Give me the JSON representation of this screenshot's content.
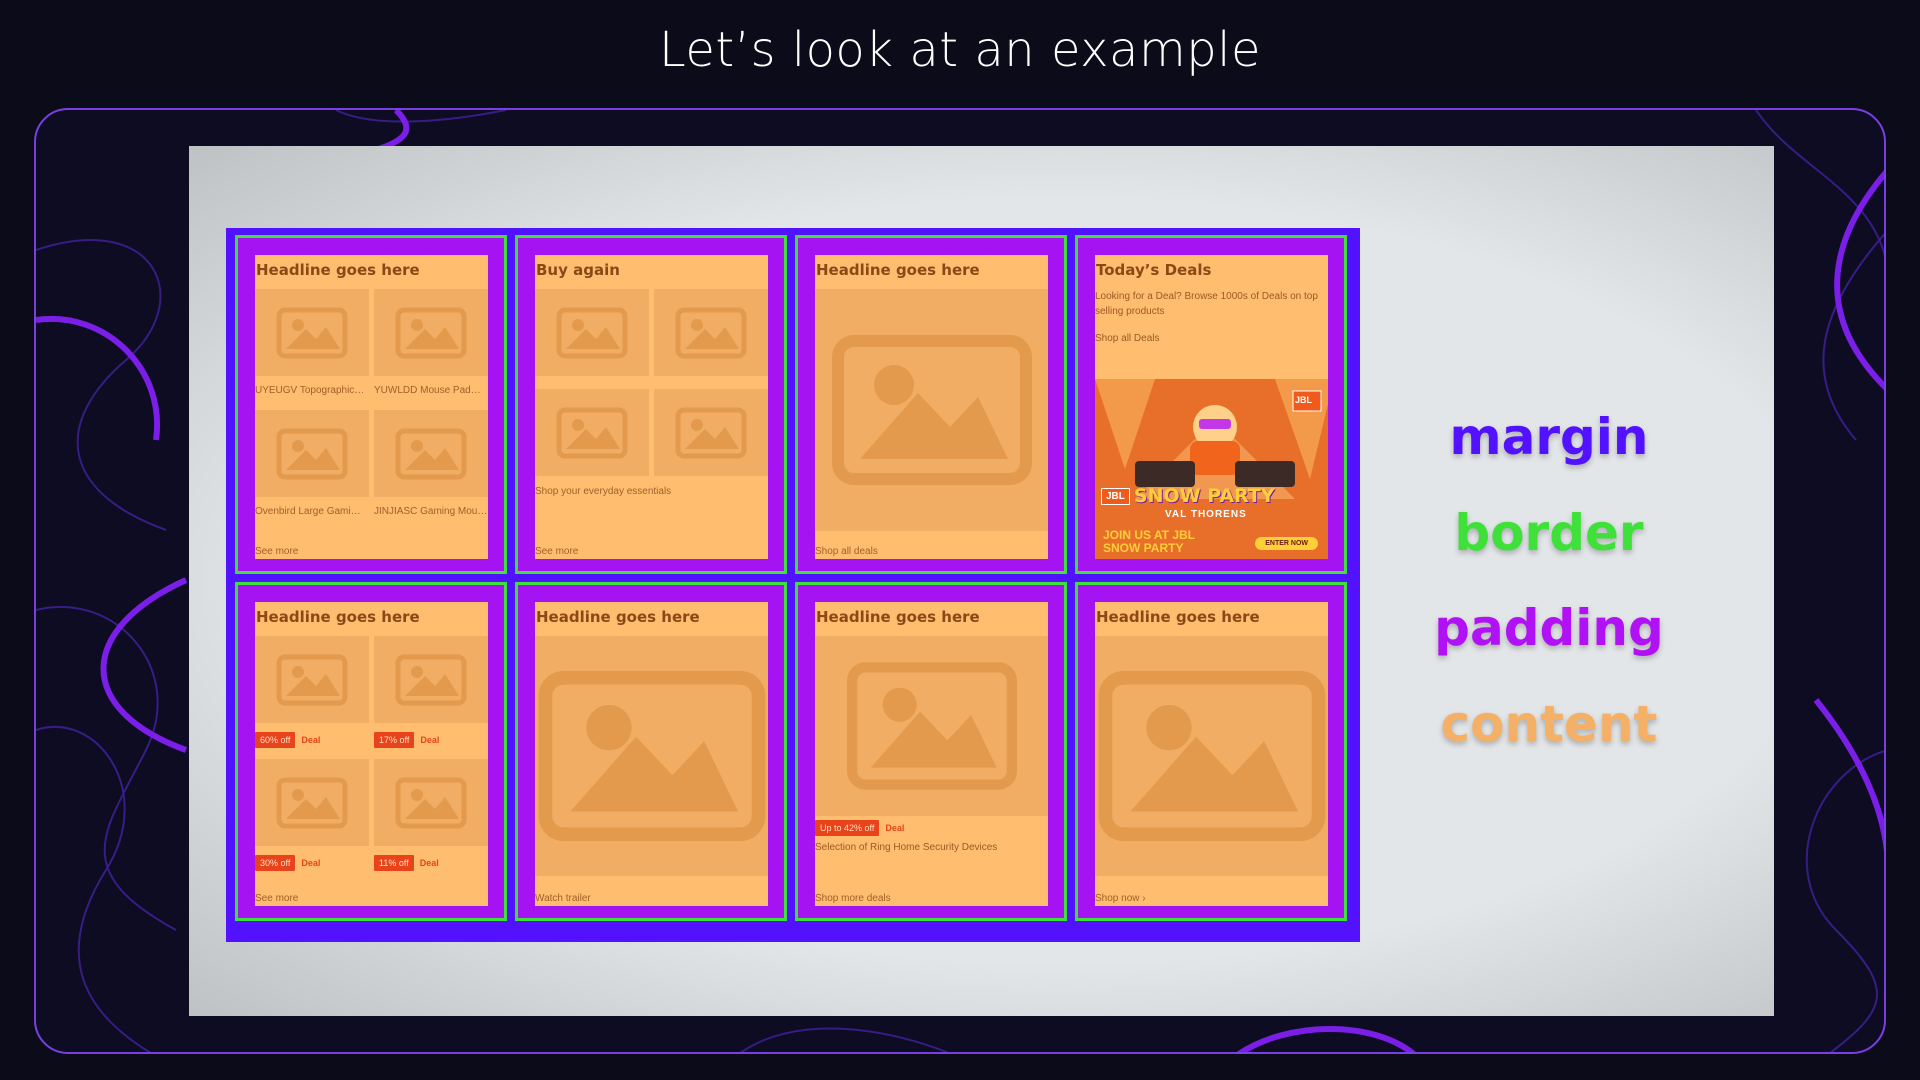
{
  "slide": {
    "title": "Let’s look at an example"
  },
  "legend": {
    "margin": {
      "label": "margin",
      "color": "#5212ff"
    },
    "border": {
      "label": "border",
      "color": "#3fe03a"
    },
    "padding": {
      "label": "padding",
      "color": "#b012f5"
    },
    "content": {
      "label": "content",
      "color": "#f5b068"
    }
  },
  "cards": [
    {
      "title": "Headline goes here",
      "captions": [
        "UYEUGV Topographic…",
        "YUWLDD Mouse Pad…",
        "Ovenbird Large Gami…",
        "JINJIASC Gaming Mou…"
      ],
      "footer": "See more"
    },
    {
      "title": "Buy again",
      "description": "Shop your everyday essentials",
      "footer": "See more"
    },
    {
      "title": "Headline goes here",
      "footer": "Shop all deals"
    },
    {
      "title": "Today’s Deals",
      "description": "Looking for a Deal? Browse 1000s of Deals on top selling products",
      "link": "Shop all Deals",
      "promo": {
        "brand": "JBL",
        "headline_1": "SNOW PARTY",
        "headline_2": "VAL THORENS",
        "cta_text": "JOIN US AT JBL SNOW PARTY",
        "button": "ENTER NOW"
      }
    },
    {
      "title": "Headline goes here",
      "badges": [
        {
          "off": "60% off",
          "deal": "Deal"
        },
        {
          "off": "17% off",
          "deal": "Deal"
        },
        {
          "off": "30% off",
          "deal": "Deal"
        },
        {
          "off": "11% off",
          "deal": "Deal"
        }
      ],
      "footer": "See more"
    },
    {
      "title": "Headline goes here",
      "footer": "Watch trailer"
    },
    {
      "title": "Headline goes here",
      "badge": {
        "off": "Up to 42% off",
        "deal": "Deal"
      },
      "description": "Selection of Ring Home Security Devices",
      "footer": "Shop more deals"
    },
    {
      "title": "Headline goes here",
      "footer": "Shop now ›"
    }
  ]
}
